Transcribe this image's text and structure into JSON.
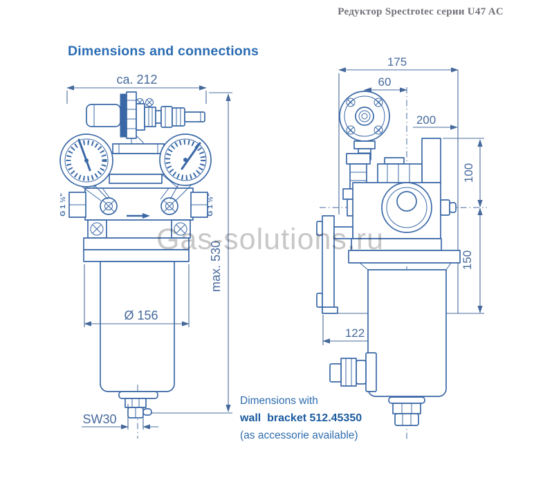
{
  "page": {
    "header_title": "Редуктор Spectrotec серии U47 AC",
    "section_title": "Dimensions and connections",
    "watermark": "Gas-solutions.ru"
  },
  "front_view": {
    "width": "ca. 212",
    "height": "max. 530",
    "bowl_diameter": "Ø 156",
    "drain_wrench": "SW30",
    "left_port": "G 1 ½\"",
    "right_port": "G 1 ½\""
  },
  "side_view": {
    "overall_width": "175",
    "axis_offset": "60",
    "depth": "200",
    "upper_height": "100",
    "lower_height": "150",
    "bracket_offset": "122"
  },
  "note": {
    "line1": "Dimensions with",
    "line2": "wall  bracket 512.45350",
    "line3": "(as accessorie available)"
  },
  "colors": {
    "drawing_line": "#3a68a6",
    "dimension_text": "#46699c",
    "section_title": "#2a6cb3",
    "header_text": "#71717a",
    "note_bold": "#1a5a9e",
    "watermark": "#b9b9b9"
  }
}
